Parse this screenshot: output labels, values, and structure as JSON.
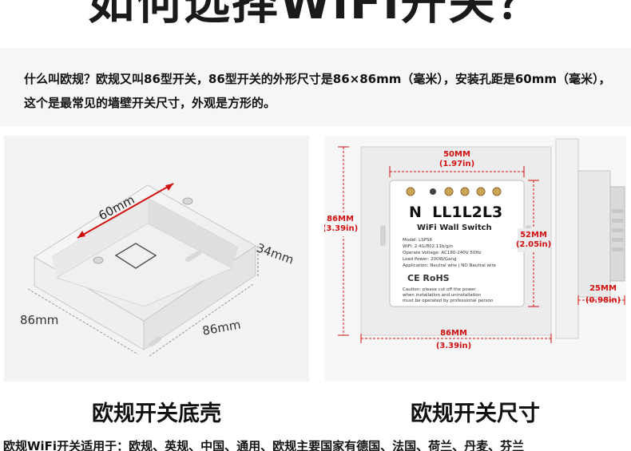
{
  "header": {
    "title": "如何选择WiFi开关？"
  },
  "intro": {
    "text": "什么叫欧规？欧规又叫86型开关，86型开关的外形尺寸是86×86mm（毫米），安装孔距是60mm（毫米），这个是最常见的墙壁开关尺寸，外观是方形的。"
  },
  "back_box": {
    "caption": "欧规开关底壳",
    "dim_hole": "60mm",
    "dim_depth": "34mm",
    "dim_width_left": "86mm",
    "dim_width_front": "86mm"
  },
  "switch_dims": {
    "caption": "欧规开关尺寸",
    "top_mm": "50MM",
    "top_in": "(1.97in)",
    "left_mm": "86MM",
    "left_in": "(3.39in)",
    "right_mm": "52MM",
    "right_in": "(2.05in)",
    "bottom_mm": "86MM",
    "bottom_in": "(3.39in)",
    "depth_mm": "25MM",
    "depth_in": "(0.98in)",
    "terminals": "N  LL1L2L3",
    "product_name": "WiFi Wall Switch",
    "label_lines": [
      "Model: LSPS6",
      "WiFi:  2.4G/802.11b/g/n",
      "Operate Voltage:  AC180-240V 50Hz",
      "Load Power:  200W/Gang",
      "Application:  Neutral wire | NO Neutral wire"
    ],
    "cert_marks": "CE RoHS",
    "caution_lines": [
      "Caution:  please cut off the power",
      "when installation and uninstallation",
      "must be operated by professional person"
    ]
  },
  "footer": {
    "text": "欧规WiFi开关适用于：欧规、英规、中国、通用、欧规主要国家有德国、法国、荷兰、丹麦、芬兰"
  }
}
